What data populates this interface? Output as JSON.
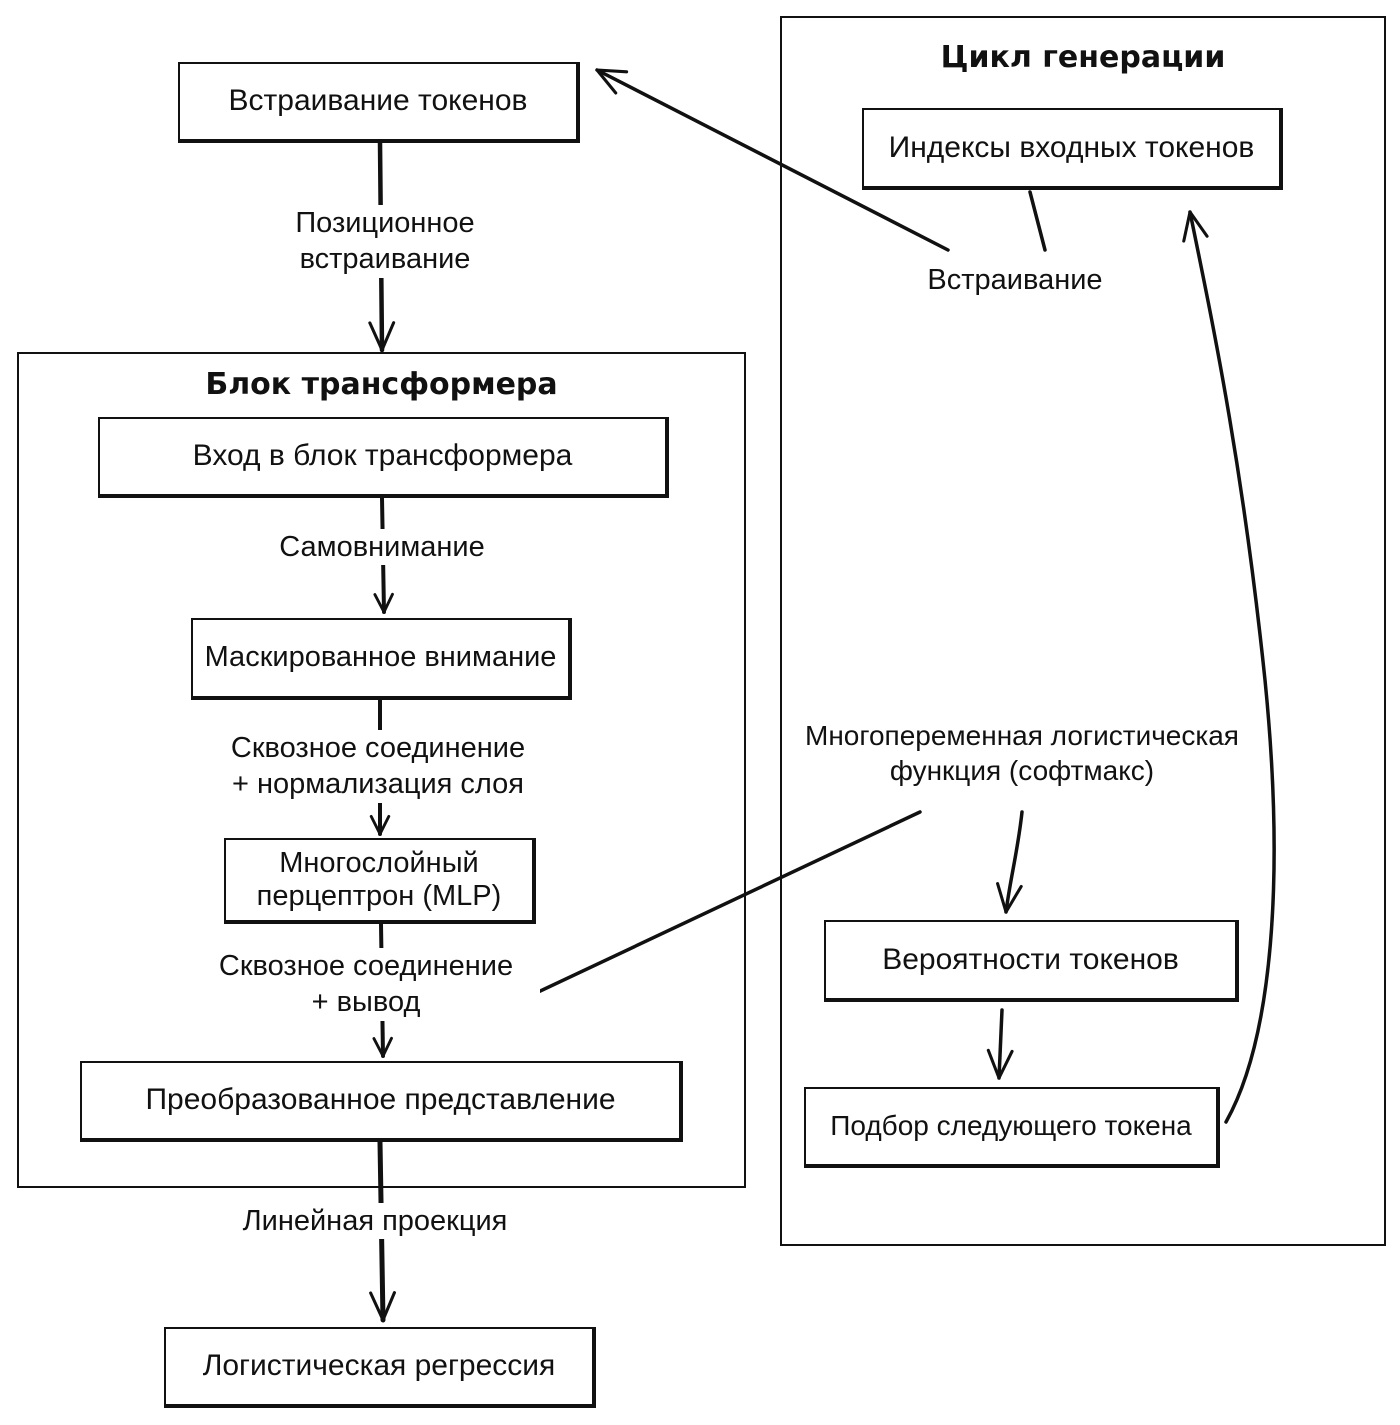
{
  "groups": {
    "generation_loop": "Цикл генерации",
    "transformer_block": "Блок трансформера"
  },
  "nodes": {
    "token_embedding": "Встраивание токенов",
    "input_token_indices": "Индексы входных токенов",
    "block_input": "Вход в блок трансформера",
    "masked_attention": "Маскированное внимание",
    "mlp": "Многослойный\nперцептрон (MLP)",
    "transformed_representation": "Преобразованное представление",
    "token_probabilities": "Вероятности токенов",
    "next_token_sampling": "Подбор следующего токена",
    "logistic_regression": "Логистическая регрессия"
  },
  "edge_labels": {
    "positional_embedding": "Позиционное\nвстраивание",
    "embedding": "Встраивание",
    "self_attention": "Самовнимание",
    "residual_layer_norm": "Сквозное соединение\n+ нормализация слоя",
    "residual_output": "Сквозное соединение\n+ вывод",
    "softmax": "Многопеременная логистическая\nфункция (софтмакс)",
    "linear_projection": "Линейная проекция"
  }
}
